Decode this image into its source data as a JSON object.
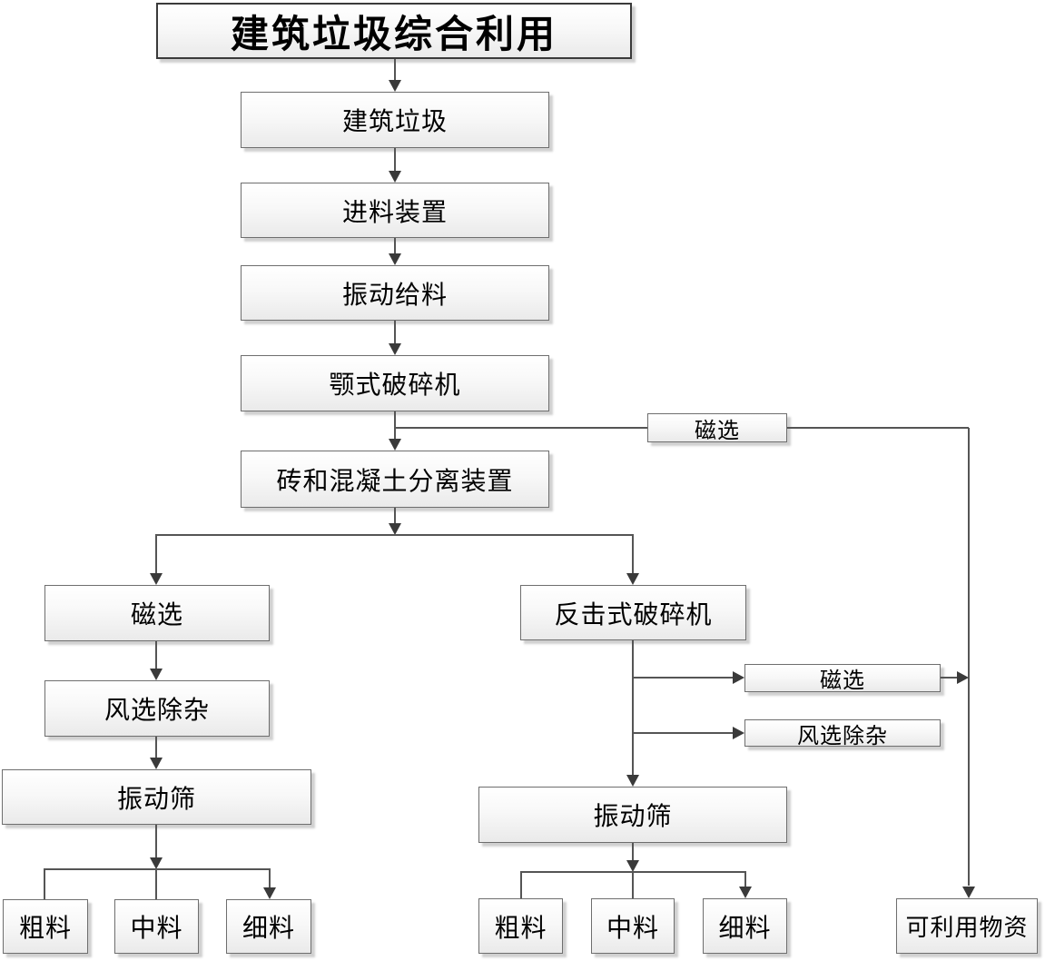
{
  "diagram_title": "建筑垃圾综合利用",
  "nodes": {
    "title": {
      "label": "建筑垃圾综合利用"
    },
    "construction_waste": {
      "label": "建筑垃圾"
    },
    "feeding_device": {
      "label": "进料装置"
    },
    "vibration_feeding": {
      "label": "振动给料"
    },
    "jaw_crusher": {
      "label": "颚式破碎机"
    },
    "magnetic_top": {
      "label": "磁选"
    },
    "brick_concrete_separator": {
      "label": "砖和混凝土分离装置"
    },
    "magnetic_left": {
      "label": "磁选"
    },
    "air_cleaning_left": {
      "label": "风选除杂"
    },
    "vibrating_screen_left": {
      "label": "振动筛"
    },
    "coarse_left": {
      "label": "粗料"
    },
    "medium_left": {
      "label": "中料"
    },
    "fine_left": {
      "label": "细料"
    },
    "impact_crusher": {
      "label": "反击式破碎机"
    },
    "magnetic_right": {
      "label": "磁选"
    },
    "air_cleaning_right": {
      "label": "风选除杂"
    },
    "vibrating_screen_right": {
      "label": "振动筛"
    },
    "coarse_right": {
      "label": "粗料"
    },
    "medium_right": {
      "label": "中料"
    },
    "fine_right": {
      "label": "细料"
    },
    "usable_materials": {
      "label": "可利用物资"
    }
  },
  "colors": {
    "background": "#ffffff",
    "box_fill_top": "#ffffff",
    "box_fill_bottom": "#eaeaea",
    "box_border": "#6e6e6e",
    "title_border": "#3a3a3a",
    "connector_line": "#555555",
    "arrowhead": "#3a3a3a",
    "text": "#000000"
  }
}
